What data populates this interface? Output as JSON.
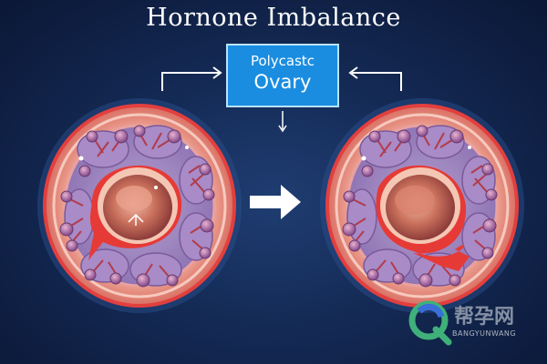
{
  "title": "Hornone Imbalance",
  "label": {
    "line1": "Polycastc",
    "line2": "Ovary"
  },
  "watermark": {
    "chinese": "帮孕网",
    "english": "BANGYUNWANG"
  },
  "colors": {
    "background": "#142a55",
    "label_box": "#1a8de0",
    "ovary_outer": "#e8998c",
    "ovary_ring": "#e04040",
    "follicle": "#9a6fb0",
    "cyst_center": "#c96a5a"
  },
  "icons": {
    "arrow": "right-arrow-icon",
    "watermark_logo": "q-logo-icon"
  }
}
